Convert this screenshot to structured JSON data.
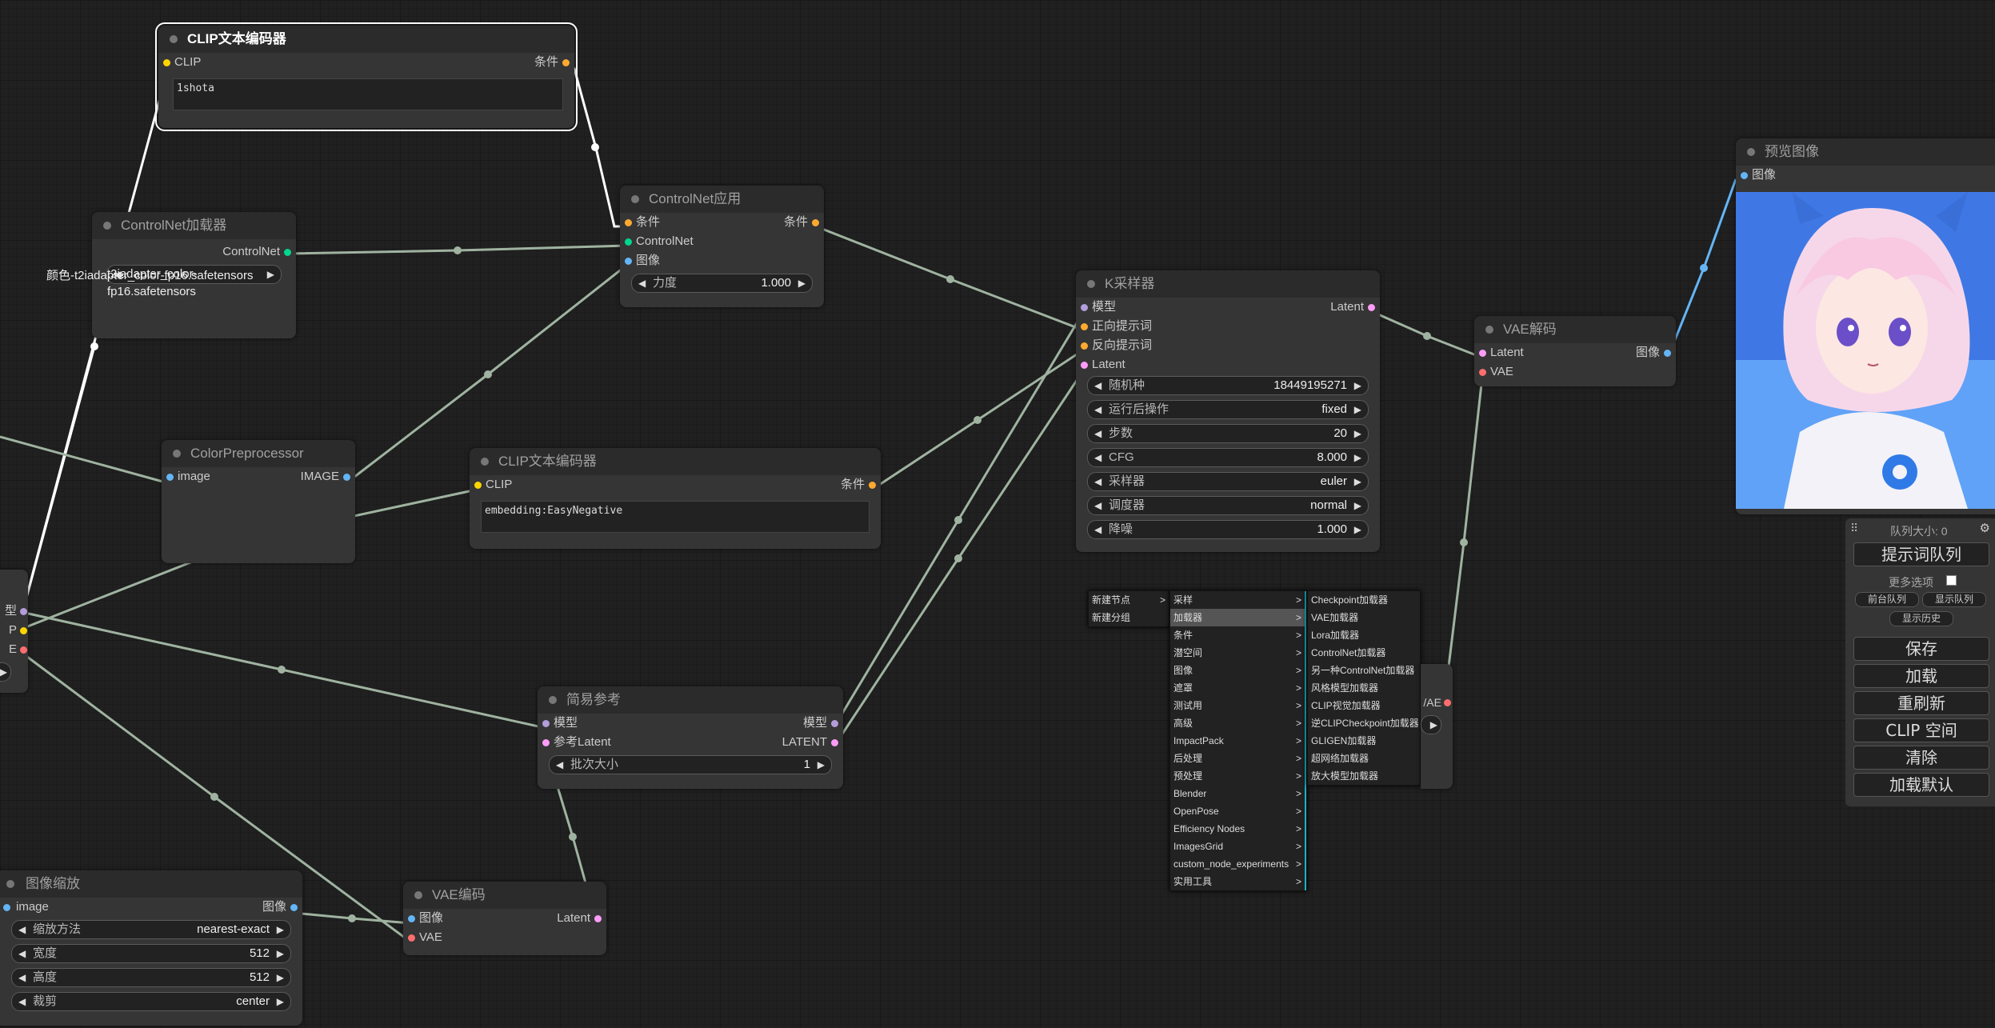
{
  "colors": {
    "canvas_bg": "#202020",
    "node_bg": "#353535",
    "link": "#9fb3a0",
    "clip_slot": "#ffd500",
    "conditioning_slot": "#ffa931",
    "controlnet_slot": "#00d78d",
    "image_slot": "#64b5f6",
    "model_slot": "#b39ddb",
    "latent_slot": "#ff9cf9",
    "vae_slot": "#ff6e6e",
    "menu_accent": "#1ab2c9"
  },
  "nodes": {
    "clip_text_top": {
      "title": "CLIP文本编码器",
      "input_clip": "CLIP",
      "output_cond": "条件",
      "text": "1shota"
    },
    "controlnet_loader": {
      "title": "ControlNet加载器",
      "output": "ControlNet",
      "widget_value": "颜色-t2iadapter_color-fp16.safetensors",
      "widget_value_overlay": "t2iadapter_color-fp16.safetensors"
    },
    "controlnet_apply": {
      "title": "ControlNet应用",
      "in_cond": "条件",
      "in_controlnet": "ControlNet",
      "in_image": "图像",
      "out_cond": "条件",
      "strength_label": "力度",
      "strength_value": "1.000"
    },
    "color_preprocessor": {
      "title": "ColorPreprocessor",
      "input": "image",
      "output": "IMAGE"
    },
    "clip_text_neg": {
      "title": "CLIP文本编码器",
      "input_clip": "CLIP",
      "output_cond": "条件",
      "text": "embedding:EasyNegative"
    },
    "ksampler": {
      "title": "K采样器",
      "in_model": "模型",
      "in_pos": "正向提示词",
      "in_neg": "反向提示词",
      "in_latent": "Latent",
      "out_latent": "Latent",
      "widgets": [
        {
          "label": "随机种",
          "value": "18449195271"
        },
        {
          "label": "运行后操作",
          "value": "fixed"
        },
        {
          "label": "步数",
          "value": "20"
        },
        {
          "label": "CFG",
          "value": "8.000"
        },
        {
          "label": "采样器",
          "value": "euler"
        },
        {
          "label": "调度器",
          "value": "normal"
        },
        {
          "label": "降噪",
          "value": "1.000"
        }
      ]
    },
    "vae_decode": {
      "title": "VAE解码",
      "in_latent": "Latent",
      "in_vae": "VAE",
      "out_image": "图像"
    },
    "preview": {
      "title": "预览图像",
      "in_image": "图像"
    },
    "simple_ref": {
      "title": "简易参考",
      "in_model": "模型",
      "in_latent": "参考Latent",
      "out_model": "模型",
      "out_latent": "LATENT",
      "batch_label": "批次大小",
      "batch_value": "1"
    },
    "image_scale": {
      "title": "图像缩放",
      "input": "image",
      "output": "图像",
      "widgets": [
        {
          "label": "缩放方法",
          "value": "nearest-exact"
        },
        {
          "label": "宽度",
          "value": "512"
        },
        {
          "label": "高度",
          "value": "512"
        },
        {
          "label": "裁剪",
          "value": "center"
        }
      ]
    },
    "vae_encode": {
      "title": "VAE编码",
      "in_image": "图像",
      "in_vae": "VAE",
      "out_latent": "Latent"
    },
    "checkpoint_partial": {
      "out_model": "型",
      "out_clip": "P",
      "out_vae": "E"
    },
    "hidden_node_partial": {
      "out_vae": "/AE"
    }
  },
  "context_menu": {
    "main": [
      {
        "label": "新建节点",
        "sub": ">"
      },
      {
        "label": "新建分组",
        "sub": ""
      }
    ],
    "categories": [
      {
        "label": "采样",
        "sub": ">"
      },
      {
        "label": "加载器",
        "sub": ">"
      },
      {
        "label": "条件",
        "sub": ">"
      },
      {
        "label": "潜空间",
        "sub": ">"
      },
      {
        "label": "图像",
        "sub": ">"
      },
      {
        "label": "遮罩",
        "sub": ">"
      },
      {
        "label": "测试用",
        "sub": ">"
      },
      {
        "label": "高级",
        "sub": ">"
      },
      {
        "label": "ImpactPack",
        "sub": ">"
      },
      {
        "label": "后处理",
        "sub": ">"
      },
      {
        "label": "预处理",
        "sub": ">"
      },
      {
        "label": "Blender",
        "sub": ">"
      },
      {
        "label": "OpenPose",
        "sub": ">"
      },
      {
        "label": "Efficiency Nodes",
        "sub": ">"
      },
      {
        "label": "ImagesGrid",
        "sub": ">"
      },
      {
        "label": "custom_node_experiments",
        "sub": ">"
      },
      {
        "label": "实用工具",
        "sub": ">"
      }
    ],
    "loaders": [
      {
        "label": "Checkpoint加载器"
      },
      {
        "label": "VAE加载器"
      },
      {
        "label": "Lora加载器"
      },
      {
        "label": "ControlNet加载器"
      },
      {
        "label": "另一种ControlNet加载器"
      },
      {
        "label": "风格模型加载器"
      },
      {
        "label": "CLIP视觉加载器"
      },
      {
        "label": "逆CLIPCheckpoint加载器"
      },
      {
        "label": "GLIGEN加载器"
      },
      {
        "label": "超网络加载器"
      },
      {
        "label": "放大模型加载器"
      }
    ]
  },
  "side_panel": {
    "queue_size": "队列大小: 0",
    "queue_prompt": "提示词队列",
    "extra_options": "更多选项",
    "queue_front": "前台队列",
    "view_queue": "显示队列",
    "view_history": "显示历史",
    "save": "保存",
    "load": "加载",
    "refresh": "重刷新",
    "clipspace": "CLIP 空间",
    "clear": "清除",
    "load_default": "加载默认"
  }
}
